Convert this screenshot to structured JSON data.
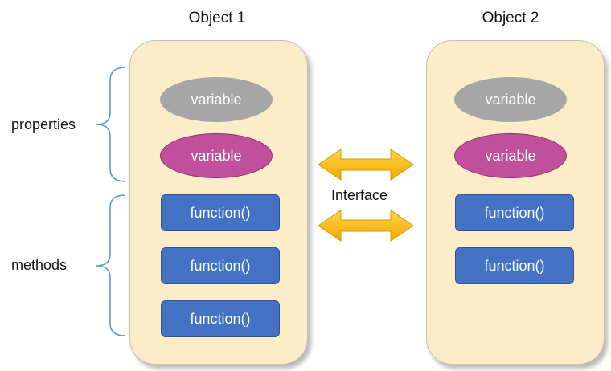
{
  "labels": {
    "properties": "properties",
    "methods": "methods",
    "interface": "Interface"
  },
  "objects": [
    {
      "title": "Object 1",
      "properties": [
        "variable",
        "variable"
      ],
      "methods": [
        "function()",
        "function()",
        "function()"
      ]
    },
    {
      "title": "Object 2",
      "properties": [
        "variable",
        "variable"
      ],
      "methods": [
        "function()",
        "function()"
      ]
    }
  ],
  "colors": {
    "panel": "#fdecc8",
    "variable_public": "#a6a6a6",
    "variable_private": "#c0509b",
    "function": "#4472c4",
    "arrow": "#ffc000",
    "bracket": "#5b9bd5"
  }
}
